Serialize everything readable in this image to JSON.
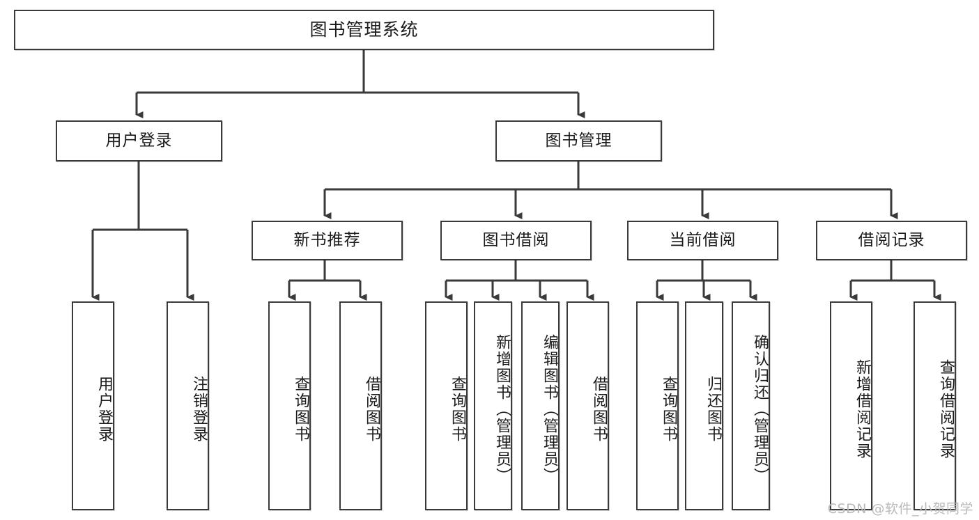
{
  "diagram": {
    "type": "tree",
    "title": "图书管理系统",
    "orientation": "top-down",
    "style": {
      "box_border_color": "#3a3a3a",
      "box_fill_color": "#ffffff",
      "connector_color": "#3a3a3a",
      "background_color": "#ffffff",
      "text_color": "#1b1b1b"
    },
    "root": {
      "label": "图书管理系统"
    },
    "level2": [
      {
        "label": "用户登录"
      },
      {
        "label": "图书管理"
      }
    ],
    "level3": [
      {
        "label": "新书推荐"
      },
      {
        "label": "图书借阅"
      },
      {
        "label": "当前借阅"
      },
      {
        "label": "借阅记录"
      }
    ],
    "leaves": {
      "user_login": [
        {
          "label": "用户登录"
        },
        {
          "label": "注销登录"
        }
      ],
      "new_book_recommend": [
        {
          "label": "查询图书"
        },
        {
          "label": "借阅图书"
        }
      ],
      "book_borrow": [
        {
          "label": "查询图书"
        },
        {
          "label": "新增图书（管理员）"
        },
        {
          "label": "编辑图书（管理员）"
        },
        {
          "label": "借阅图书"
        }
      ],
      "current_borrow": [
        {
          "label": "查询图书"
        },
        {
          "label": "归还图书"
        },
        {
          "label": "确认归还（管理员）"
        }
      ],
      "borrow_record": [
        {
          "label": "新增借阅记录"
        },
        {
          "label": "查询借阅记录"
        }
      ]
    }
  },
  "watermark": {
    "text": "CSDN @软件_小贺同学"
  }
}
